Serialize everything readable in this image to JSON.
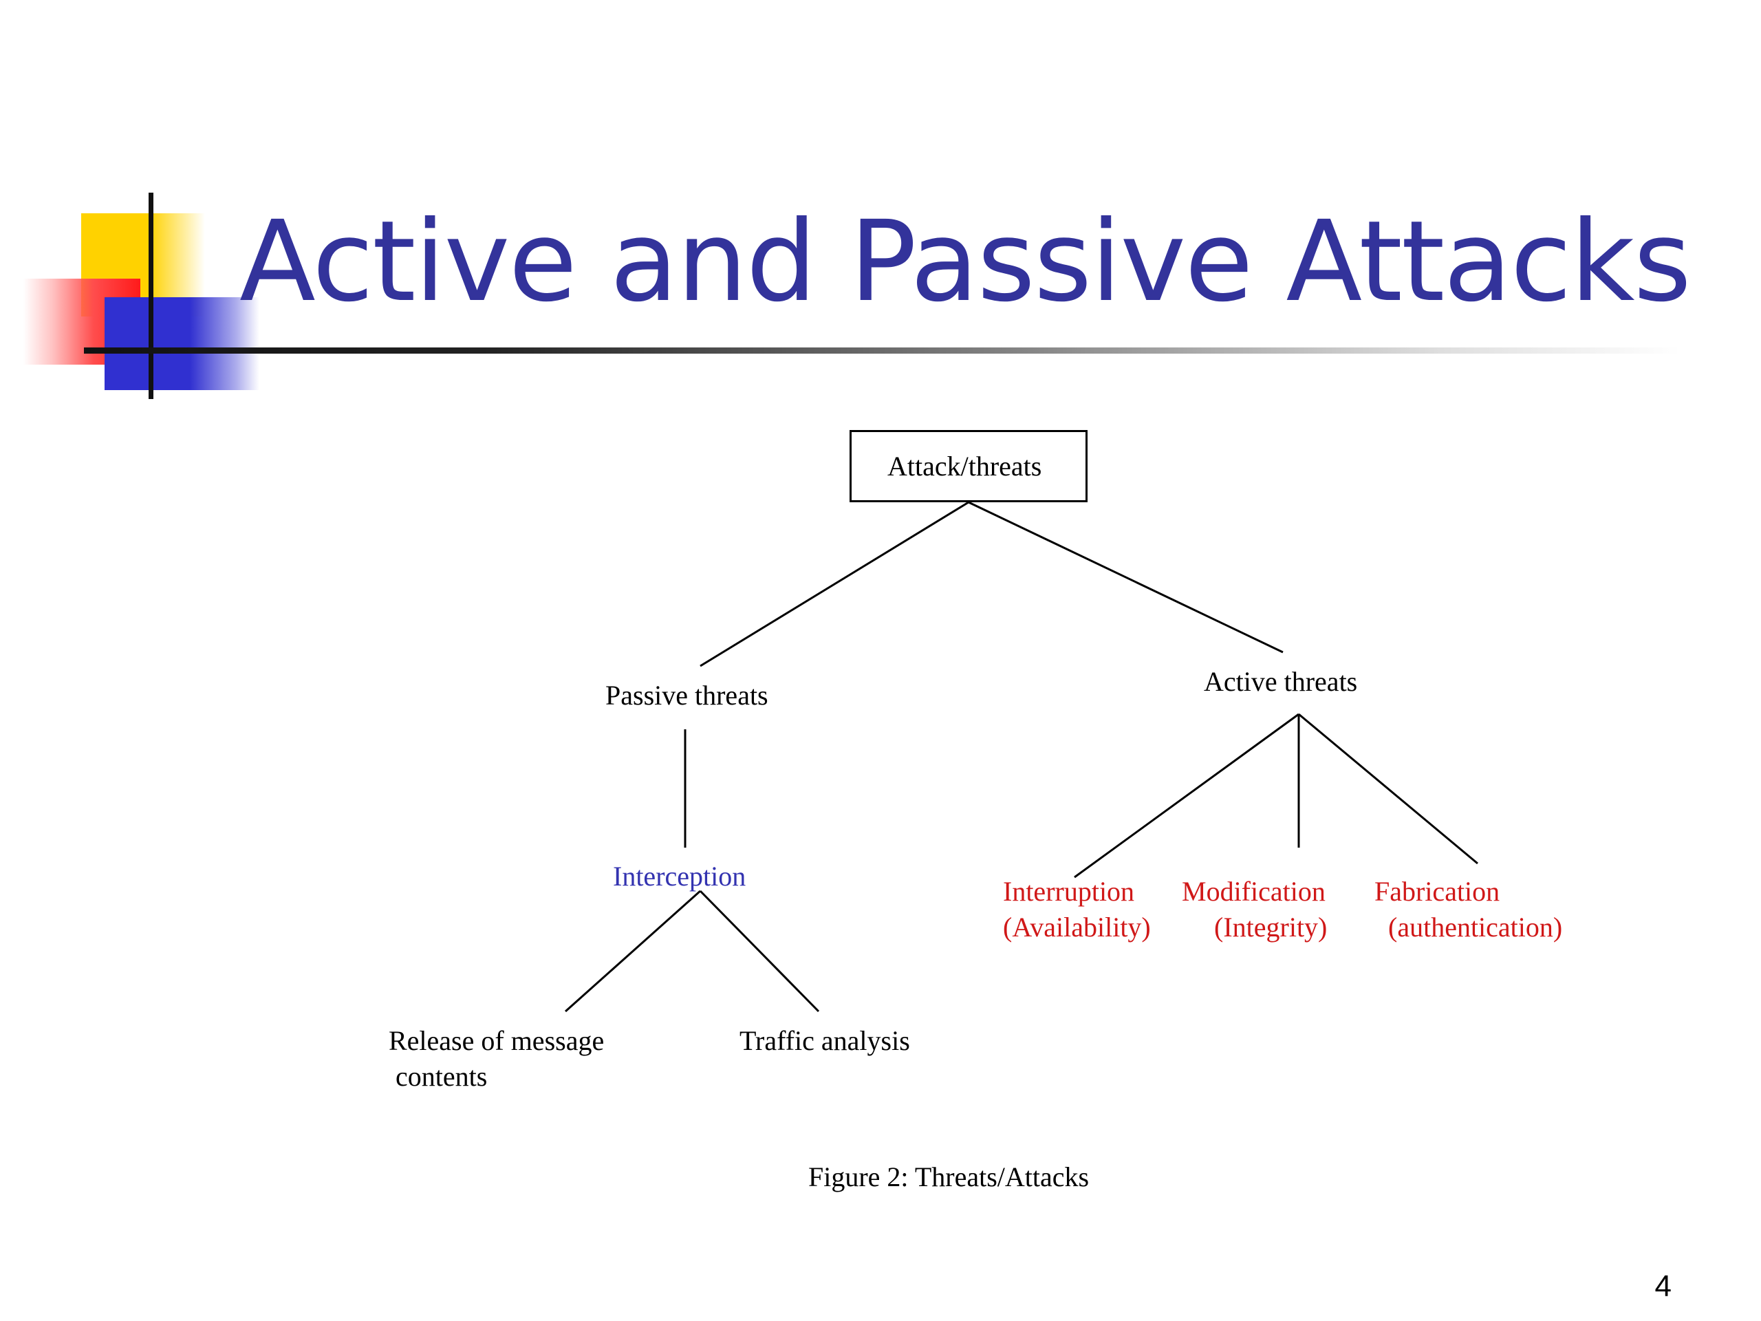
{
  "slide": {
    "title": "Active and Passive Attacks",
    "page_number": "4"
  },
  "diagram": {
    "root": "Attack/threats",
    "passive": {
      "label": "Passive threats",
      "child": "Interception",
      "leaves": {
        "release_line1": "Release of message",
        "release_line2": "contents",
        "traffic": "Traffic analysis"
      }
    },
    "active": {
      "label": "Active threats",
      "children": [
        {
          "name": "Interruption",
          "property": "(Availability)"
        },
        {
          "name": "Modification",
          "property": "(Integrity)"
        },
        {
          "name": "Fabrication",
          "property": "(authentication)"
        }
      ]
    },
    "caption": "Figure 2: Threats/Attacks"
  },
  "colors": {
    "title": "#33339b",
    "active_children": "#d01818",
    "interception": "#3333b0"
  }
}
